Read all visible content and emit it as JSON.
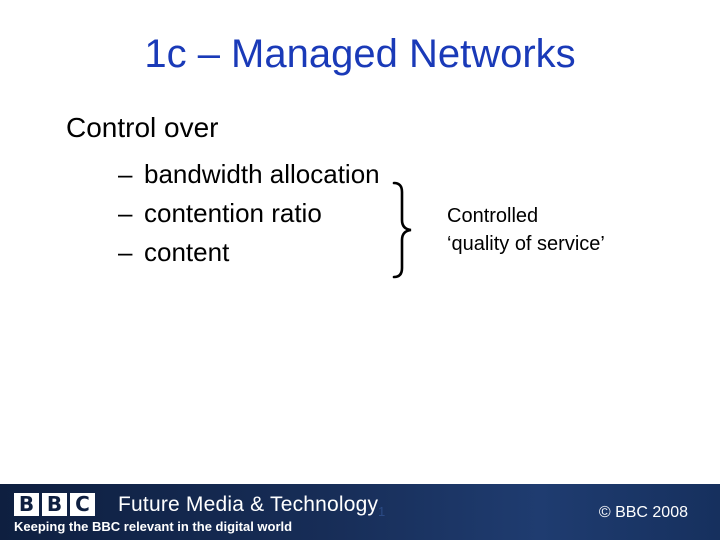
{
  "slide": {
    "title": "1c – Managed Networks",
    "heading": "Control over",
    "bullet_marker": "–",
    "bullets": [
      "bandwidth allocation",
      "contention ratio",
      "content"
    ],
    "brace_glyph": "}",
    "note_line1": "Controlled",
    "note_line2": "‘quality of service’"
  },
  "footer": {
    "logo_letters": [
      "B",
      "B",
      "C"
    ],
    "division": "Future Media & Technology",
    "tagline": "Keeping the BBC relevant in the digital world",
    "page_number": "1",
    "copyright": "© BBC 2008"
  },
  "colors": {
    "title": "#1a3ab8",
    "footer_background": "#172d57",
    "footer_text": "#ffffff"
  }
}
